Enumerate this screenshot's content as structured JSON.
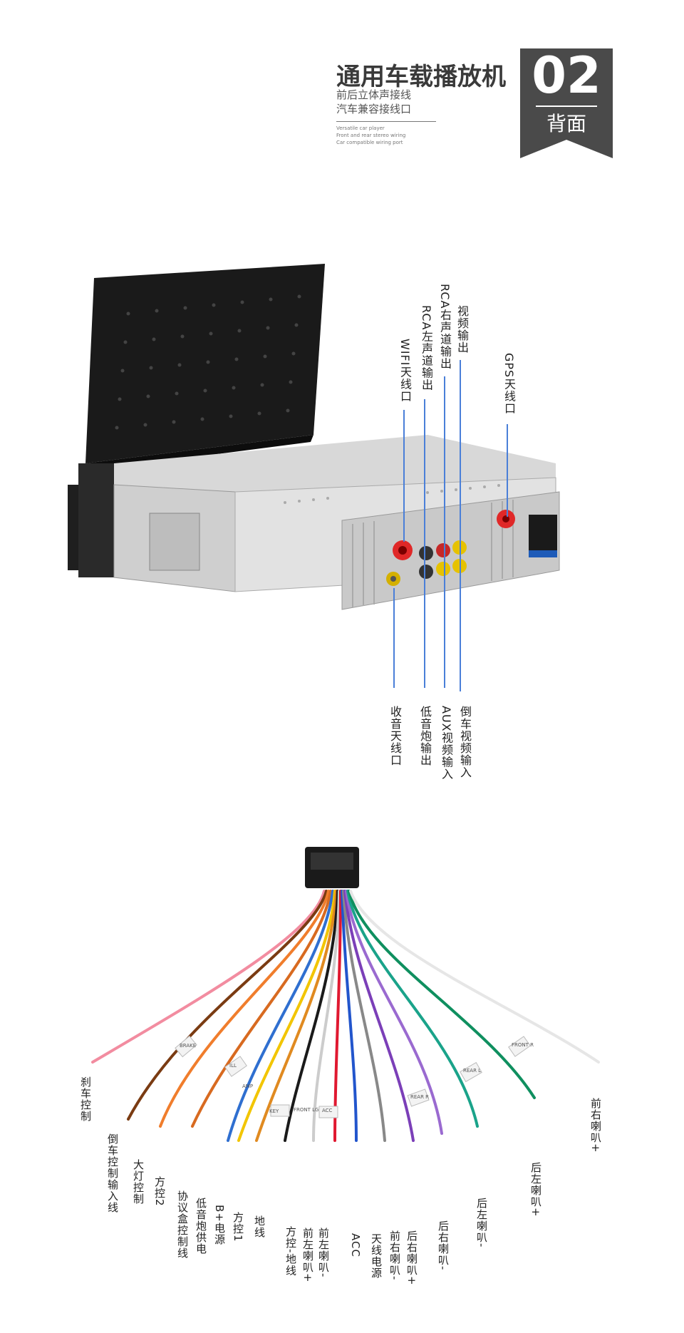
{
  "header": {
    "title": "通用车载播放机",
    "subtitle_lines": [
      "前后立体声接线",
      "汽车兼容接线口"
    ],
    "english_lines": [
      "Versatile car player",
      "Front and rear stereo wiring",
      "Car compatible wiring port"
    ],
    "badge_number": "02",
    "badge_label": "背面",
    "badge_color": "#4a4a4a"
  },
  "device_callouts": {
    "top": [
      {
        "id": "video-out",
        "text": "视频输出"
      },
      {
        "id": "rca-right",
        "text": "RCA右声道输出"
      },
      {
        "id": "rca-left",
        "text": "RCA左声道输出"
      },
      {
        "id": "wifi",
        "text": "WIFI天线口"
      },
      {
        "id": "gps",
        "text": "GPS天线口"
      }
    ],
    "bottom": [
      {
        "id": "radio",
        "text": "收音天线口"
      },
      {
        "id": "subwoofer",
        "text": "低音炮输出"
      },
      {
        "id": "aux",
        "text": "AUX视频输入"
      },
      {
        "id": "reverse",
        "text": "倒车视频输入"
      }
    ],
    "line_color": "#4a7fd8"
  },
  "harness_labels": [
    {
      "id": "brake",
      "text": "刹车控制"
    },
    {
      "id": "reverse-in",
      "text": "倒车控制输入线"
    },
    {
      "id": "headlight",
      "text": "大灯控制"
    },
    {
      "id": "steer2",
      "text": "方控2"
    },
    {
      "id": "protocol",
      "text": "协议盒控制线"
    },
    {
      "id": "sub-power",
      "text": "低音炮供电"
    },
    {
      "id": "bplus",
      "text": "B+电源"
    },
    {
      "id": "steer1",
      "text": "方控1"
    },
    {
      "id": "ground",
      "text": "地线"
    },
    {
      "id": "steer-ground",
      "text": "方控-地线"
    },
    {
      "id": "fl-plus",
      "text": "前左喇叭+"
    },
    {
      "id": "fl-minus",
      "text": "前左喇叭-"
    },
    {
      "id": "acc",
      "text": "ACC"
    },
    {
      "id": "ant-power",
      "text": "天线电源"
    },
    {
      "id": "fr-minus",
      "text": "前右喇叭-"
    },
    {
      "id": "rr-plus",
      "text": "后右喇叭+"
    },
    {
      "id": "rr-minus",
      "text": "后右喇叭-"
    },
    {
      "id": "rl-minus",
      "text": "后左喇叭-"
    },
    {
      "id": "rl-plus",
      "text": "后左喇叭+"
    },
    {
      "id": "fr-plus",
      "text": "前右喇叭+"
    }
  ],
  "tag_texts": [
    "BRAKE",
    "ILL",
    "AMP",
    "KEY",
    "FRONT LG",
    "ACC",
    "REAR R",
    "REAR L",
    "FRONT R"
  ]
}
